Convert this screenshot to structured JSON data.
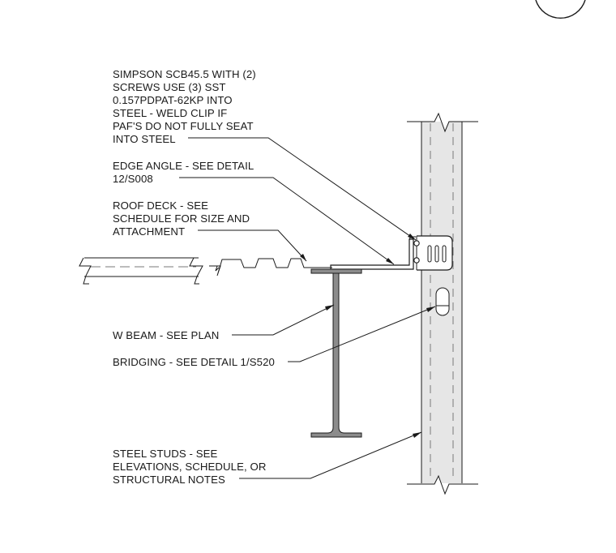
{
  "callouts": {
    "clip": {
      "lines": [
        "SIMPSON SCB45.5 WITH (2)",
        "SCREWS USE (3) SST",
        "0.157PDPAT-62KP INTO",
        "STEEL - WELD CLIP IF",
        "PAF'S DO NOT FULLY SEAT",
        "INTO STEEL"
      ]
    },
    "edge_angle": {
      "lines": [
        "EDGE ANGLE - SEE DETAIL",
        "12/S008"
      ]
    },
    "roof_deck": {
      "lines": [
        "ROOF DECK - SEE",
        "SCHEDULE FOR SIZE AND",
        "ATTACHMENT"
      ]
    },
    "w_beam": {
      "lines": [
        "W BEAM - SEE PLAN"
      ]
    },
    "bridging": {
      "lines": [
        "BRIDGING - SEE DETAIL 1/S520"
      ]
    },
    "steel_studs": {
      "lines": [
        "STEEL STUDS - SEE",
        "ELEVATIONS, SCHEDULE, OR",
        "STRUCTURAL NOTES"
      ]
    }
  },
  "colors": {
    "line": "#1a1a1a",
    "stud_fill": "#e6e6e6",
    "beam_fill": "#8c8c8c",
    "dash": "#7a7a7a"
  }
}
